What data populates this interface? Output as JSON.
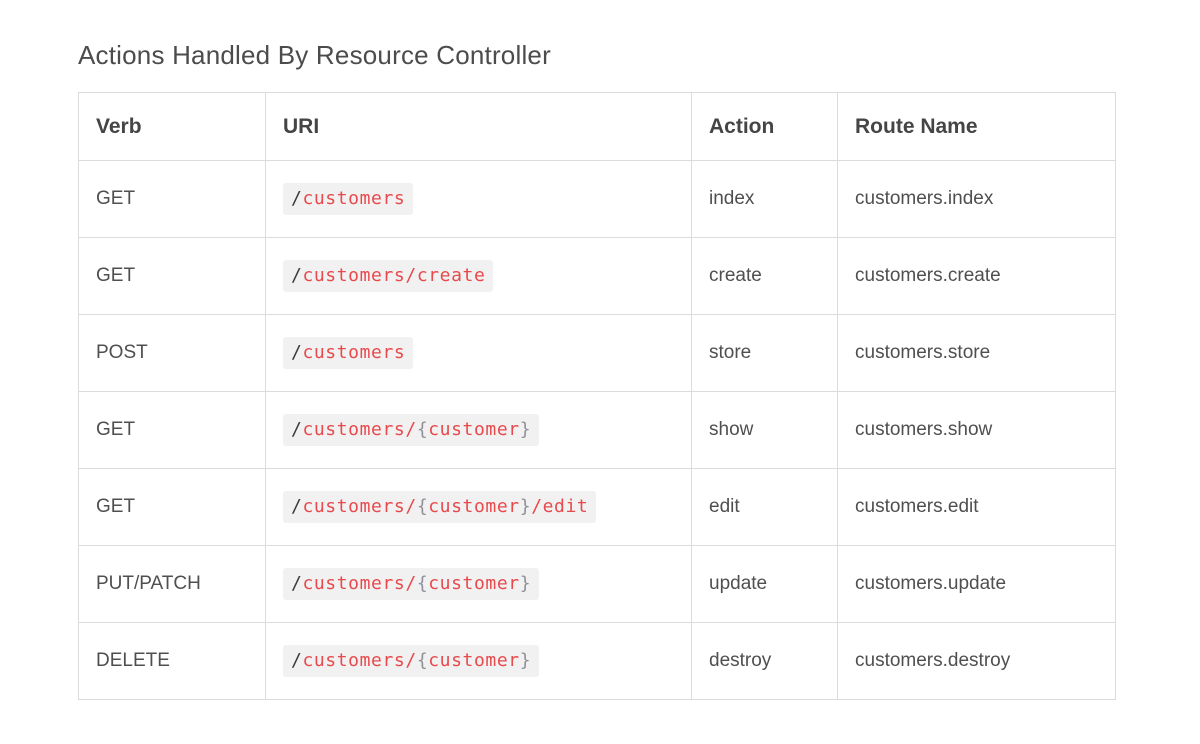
{
  "title": "Actions Handled By Resource Controller",
  "colors": {
    "title_text": "#4c4c4c",
    "header_text": "#454545",
    "body_text": "#4f4f4f",
    "border": "#dcdcdc",
    "chip_background": "#f1f1f1",
    "code_red": "#e8494d",
    "code_gray": "#90909a",
    "code_dark": "#3a3a40"
  },
  "table": {
    "headers": [
      "Verb",
      "URI",
      "Action",
      "Route Name"
    ],
    "rows": [
      {
        "verb": "GET",
        "uri_text": "/customers",
        "uri_tokens": [
          {
            "text": "/",
            "style": "dark"
          },
          {
            "text": "customers",
            "style": "red"
          }
        ],
        "action": "index",
        "route_name": "customers.index"
      },
      {
        "verb": "GET",
        "uri_text": "/customers/create",
        "uri_tokens": [
          {
            "text": "/",
            "style": "dark"
          },
          {
            "text": "customers",
            "style": "red"
          },
          {
            "text": "/",
            "style": "red"
          },
          {
            "text": "create",
            "style": "red"
          }
        ],
        "action": "create",
        "route_name": "customers.create"
      },
      {
        "verb": "POST",
        "uri_text": "/customers",
        "uri_tokens": [
          {
            "text": "/",
            "style": "dark"
          },
          {
            "text": "customers",
            "style": "red"
          }
        ],
        "action": "store",
        "route_name": "customers.store"
      },
      {
        "verb": "GET",
        "uri_text": "/customers/{customer}",
        "uri_tokens": [
          {
            "text": "/",
            "style": "dark"
          },
          {
            "text": "customers",
            "style": "red"
          },
          {
            "text": "/",
            "style": "red"
          },
          {
            "text": "{",
            "style": "gray"
          },
          {
            "text": "customer",
            "style": "red"
          },
          {
            "text": "}",
            "style": "gray"
          }
        ],
        "action": "show",
        "route_name": "customers.show"
      },
      {
        "verb": "GET",
        "uri_text": "/customers/{customer}/edit",
        "uri_tokens": [
          {
            "text": "/",
            "style": "dark"
          },
          {
            "text": "customers",
            "style": "red"
          },
          {
            "text": "/",
            "style": "red"
          },
          {
            "text": "{",
            "style": "gray"
          },
          {
            "text": "customer",
            "style": "red"
          },
          {
            "text": "}",
            "style": "gray"
          },
          {
            "text": "/",
            "style": "red"
          },
          {
            "text": "edit",
            "style": "red"
          }
        ],
        "action": "edit",
        "route_name": "customers.edit"
      },
      {
        "verb": "PUT/PATCH",
        "uri_text": "/customers/{customer}",
        "uri_tokens": [
          {
            "text": "/",
            "style": "dark"
          },
          {
            "text": "customers",
            "style": "red"
          },
          {
            "text": "/",
            "style": "red"
          },
          {
            "text": "{",
            "style": "gray"
          },
          {
            "text": "customer",
            "style": "red"
          },
          {
            "text": "}",
            "style": "gray"
          }
        ],
        "action": "update",
        "route_name": "customers.update"
      },
      {
        "verb": "DELETE",
        "uri_text": "/customers/{customer}",
        "uri_tokens": [
          {
            "text": "/",
            "style": "dark"
          },
          {
            "text": "customers",
            "style": "red"
          },
          {
            "text": "/",
            "style": "red"
          },
          {
            "text": "{",
            "style": "gray"
          },
          {
            "text": "customer",
            "style": "red"
          },
          {
            "text": "}",
            "style": "gray"
          }
        ],
        "action": "destroy",
        "route_name": "customers.destroy"
      }
    ]
  }
}
